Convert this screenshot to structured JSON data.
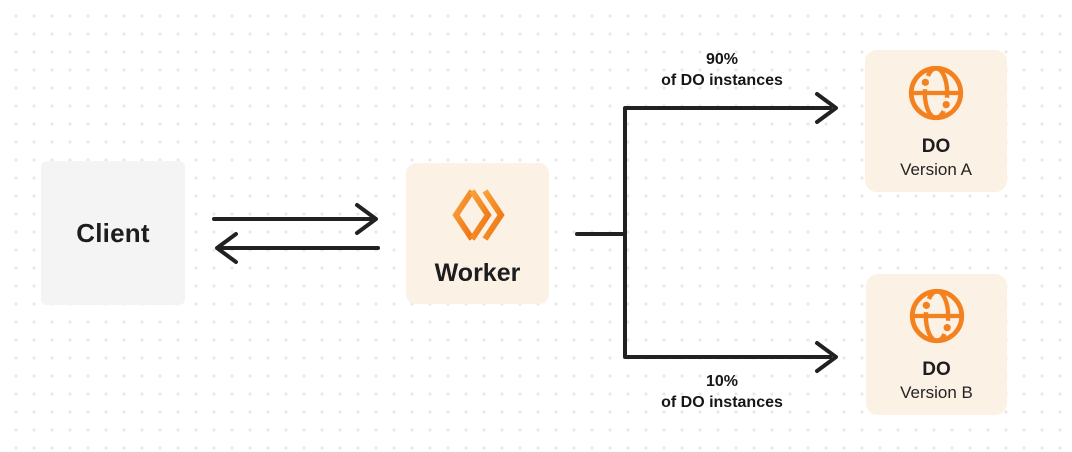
{
  "canvas": {
    "background": "#ffffff",
    "dot_color": "#e9e9e9",
    "line_color": "#212121",
    "accent_orange": "#f4811f",
    "node_cream": "#fbf1e4",
    "node_gray": "#f4f4f5"
  },
  "nodes": {
    "client": {
      "label": "Client"
    },
    "worker": {
      "label": "Worker",
      "icon": "cloudflare-workers-icon"
    },
    "do_version_a": {
      "title": "DO",
      "subtitle": "Version A",
      "icon": "globe-icon"
    },
    "do_version_b": {
      "title": "DO",
      "subtitle": "Version B",
      "icon": "globe-icon"
    }
  },
  "branch_labels": {
    "top": {
      "percent": "90%",
      "caption": "of DO instances"
    },
    "bottom": {
      "percent": "10%",
      "caption": "of DO instances"
    }
  }
}
